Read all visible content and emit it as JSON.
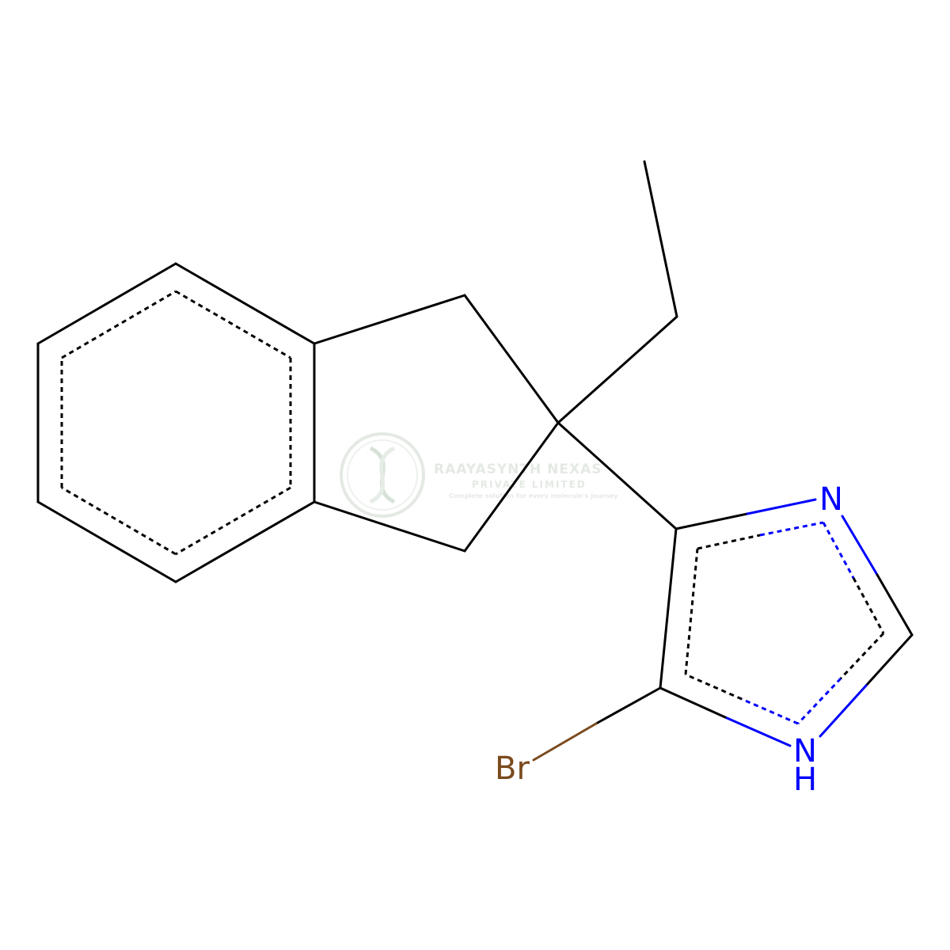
{
  "molecule": {
    "atoms": {
      "N_top": {
        "symbol": "N",
        "color": "#0000ff"
      },
      "N_H": {
        "symbol": "N",
        "h": "H",
        "color": "#0000ff"
      },
      "Br": {
        "symbol": "Br",
        "color": "#7a4a1e"
      }
    },
    "bond_color": "#000000"
  },
  "watermark": {
    "title": "RAAYASYNTH NEXAS",
    "subtitle": "PRIVATE LIMITED",
    "tagline": "Complete solution for every molecule's journey",
    "color": "#cfd8cf"
  }
}
